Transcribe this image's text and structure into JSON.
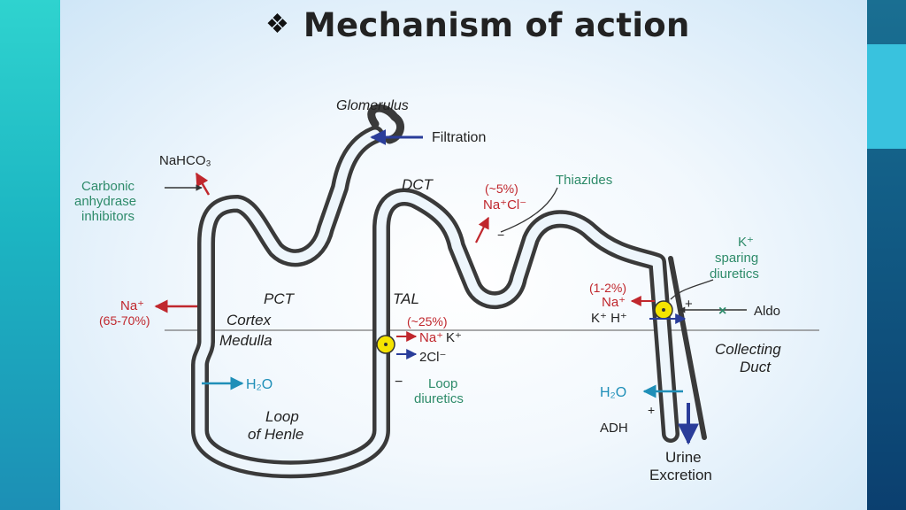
{
  "slide": {
    "bullet_icon": "diamond-cluster-icon",
    "title": "Mechanism of action"
  },
  "diagram": {
    "labels": {
      "glomerulus": "Glomerulus",
      "filtration": "Filtration",
      "dct": "DCT",
      "pct": "PCT",
      "tal": "TAL",
      "cortex": "Cortex",
      "medulla": "Medulla",
      "loop_line1": "Loop",
      "loop_line2": "of Henle",
      "collecting_line1": "Collecting",
      "collecting_line2": "Duct",
      "urine_line1": "Urine",
      "urine_line2": "Excretion"
    },
    "pct": {
      "nahco3": "NaHCO₃",
      "ca_line1": "Carbonic",
      "ca_line2": "anhydrase",
      "ca_line3": "inhibitors",
      "na": "Na⁺",
      "na_pct": "(65-70%)",
      "h2o": "H₂O"
    },
    "tal": {
      "percent": "(~25%)",
      "na": "Na⁺",
      "k": "K⁺",
      "cl": "2Cl⁻",
      "minus": "−",
      "loop_line1": "Loop",
      "loop_line2": "diuretics"
    },
    "dct": {
      "percent": "(~5%)",
      "nacl": "Na⁺Cl⁻",
      "thiazides": "Thiazides",
      "minus": "−"
    },
    "collecting": {
      "percent": "(1-2%)",
      "na": "Na⁺",
      "kh": "K⁺ H⁺",
      "ks_line1": "K⁺",
      "ks_line2": "sparing",
      "ks_line3": "diuretics",
      "aldo": "Aldo",
      "plus": "+",
      "h2o": "H₂O",
      "adh": "ADH",
      "adh_plus": "+"
    },
    "colors": {
      "tubule": "#3a3a3a",
      "sodium_red": "#c0272d",
      "drug_green": "#2e8b6a",
      "water_teal": "#1f8fb8",
      "arrow_blue": "#2a3d9a",
      "pump_yellow": "#f5e400"
    }
  }
}
